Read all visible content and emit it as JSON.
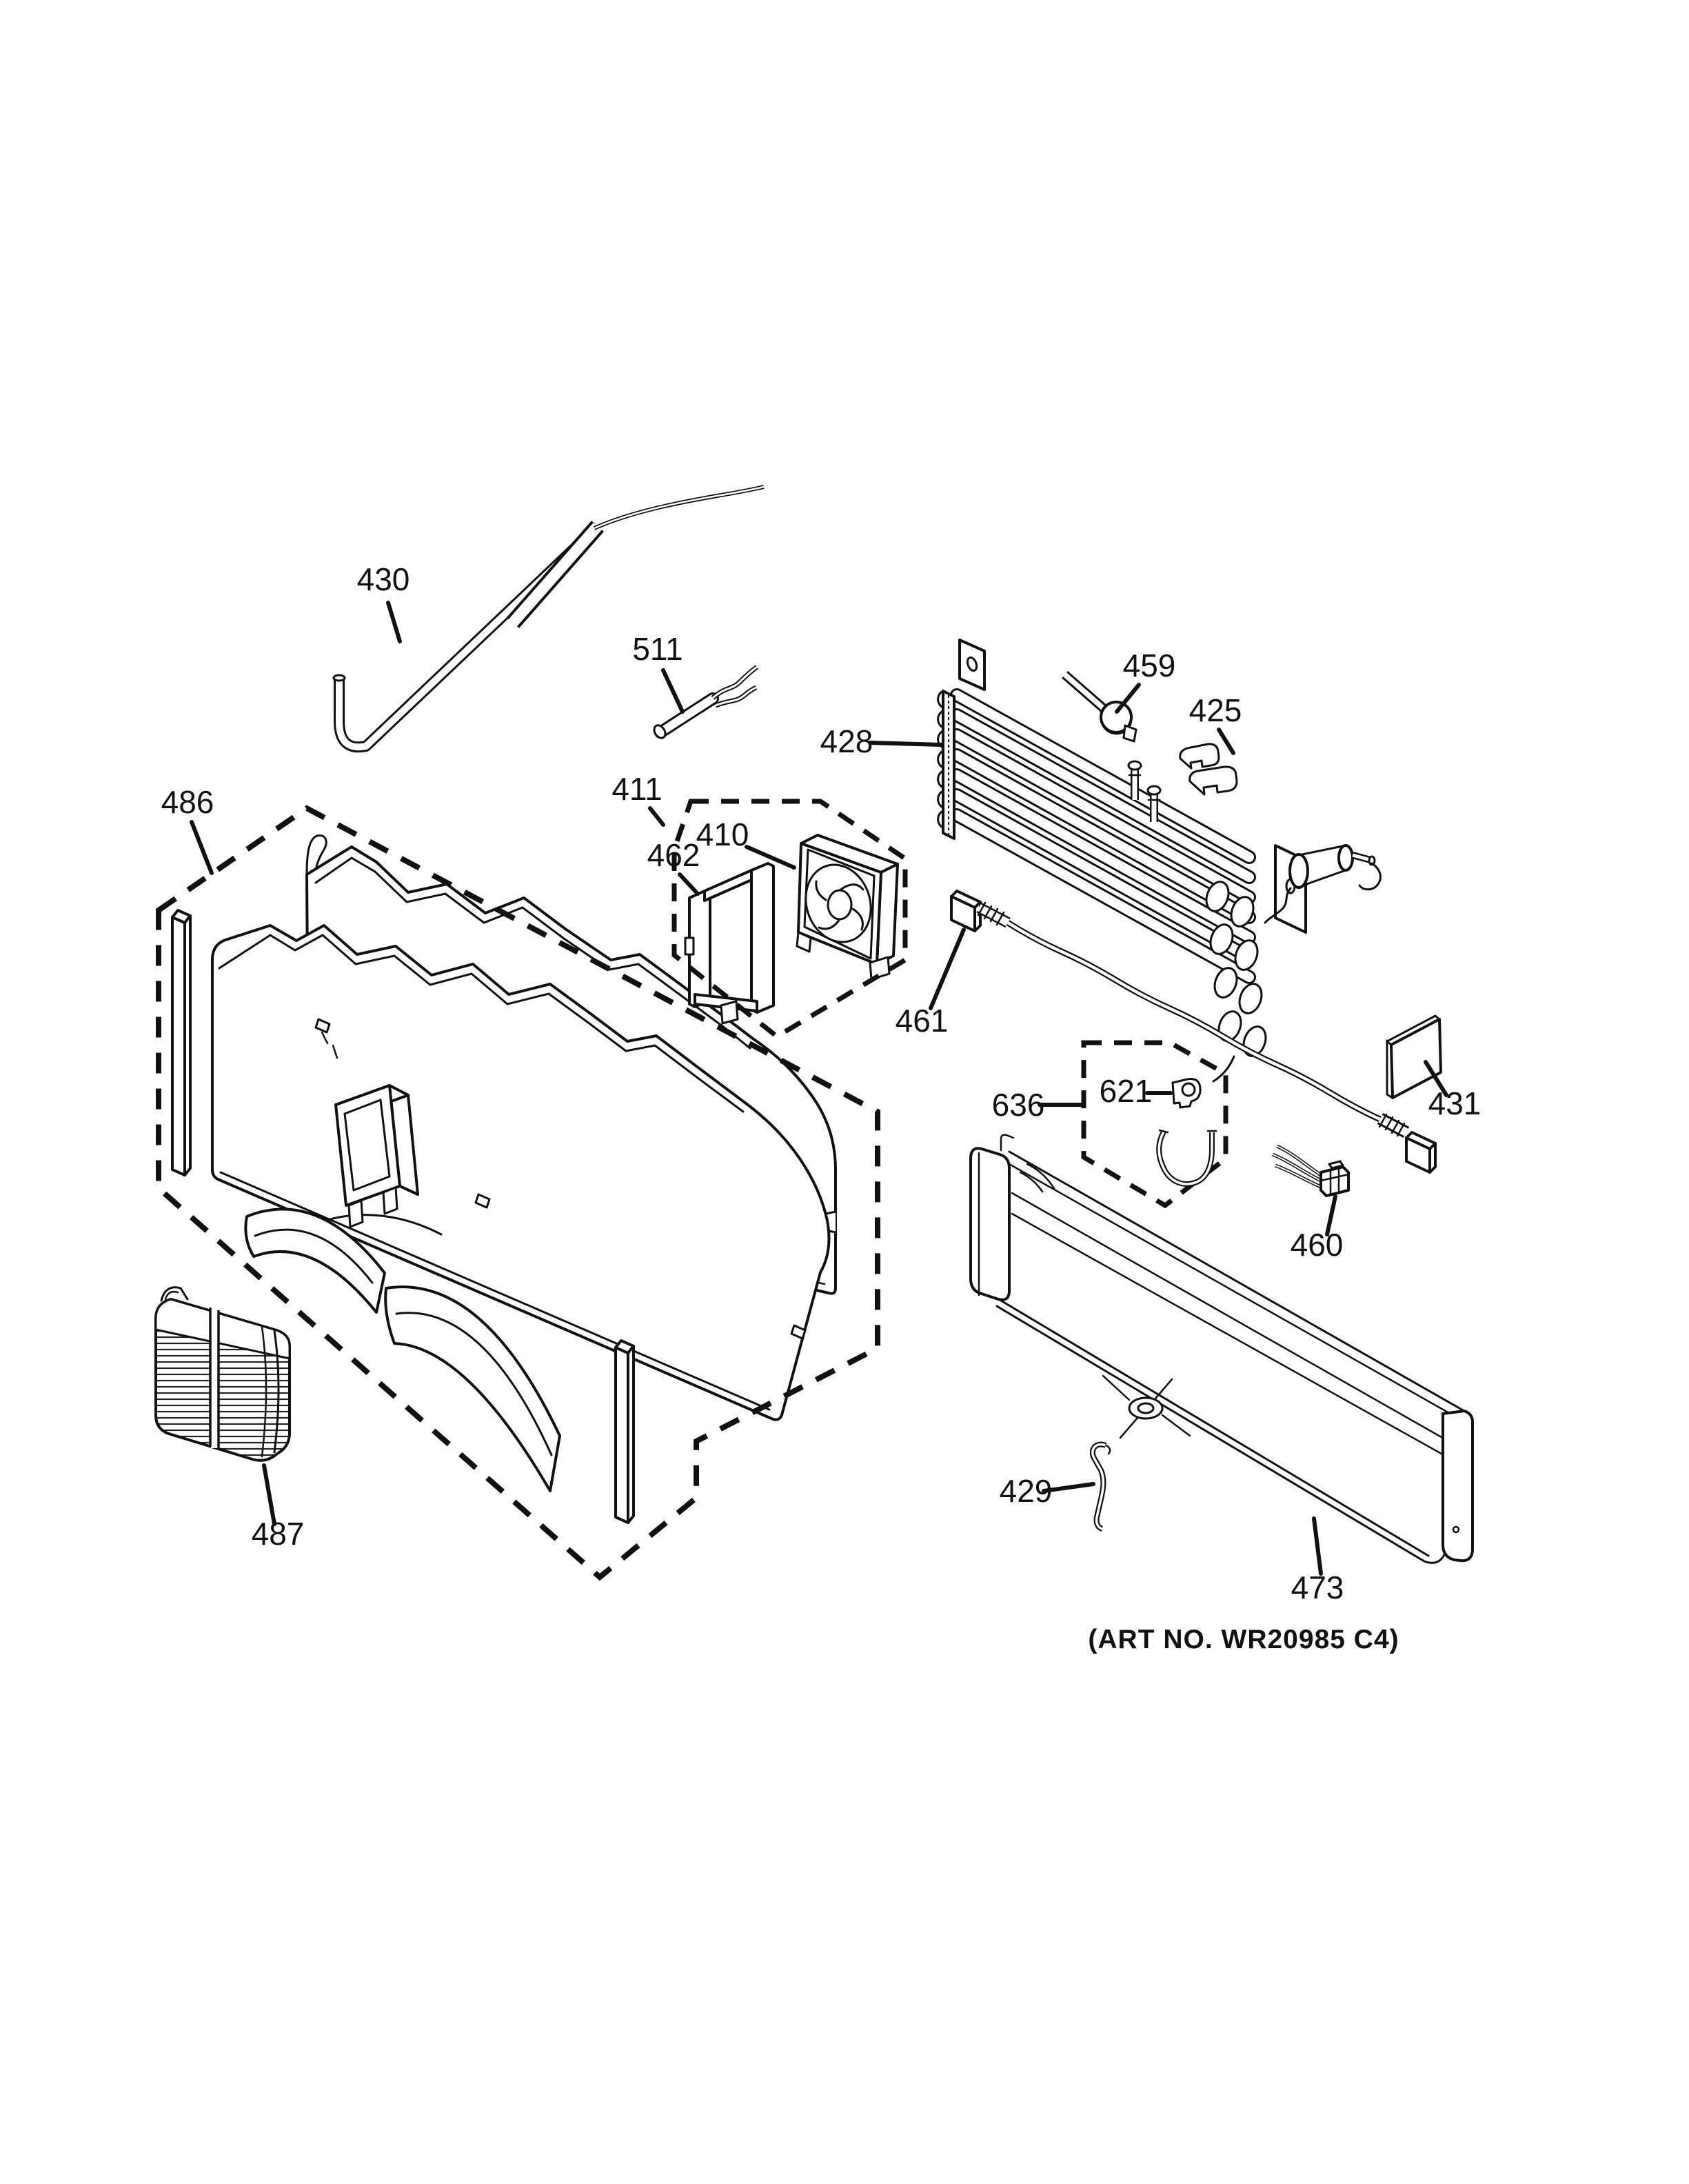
{
  "art_note": {
    "label": "(ART NO. WR20985 C4)"
  },
  "callouts": [
    {
      "part": "430"
    },
    {
      "part": "511"
    },
    {
      "part": "486"
    },
    {
      "part": "411"
    },
    {
      "part": "462"
    },
    {
      "part": "410"
    },
    {
      "part": "428"
    },
    {
      "part": "459"
    },
    {
      "part": "425"
    },
    {
      "part": "461"
    },
    {
      "part": "636"
    },
    {
      "part": "621"
    },
    {
      "part": "431"
    },
    {
      "part": "460"
    },
    {
      "part": "487"
    },
    {
      "part": "429"
    },
    {
      "part": "473"
    }
  ]
}
